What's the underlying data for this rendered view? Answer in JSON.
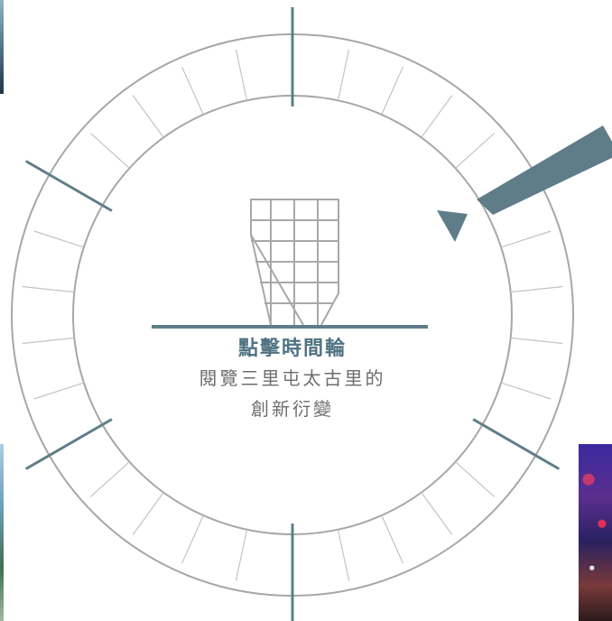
{
  "timeline": {
    "title": "點擊時間輪",
    "line1": "閱覽三里屯太古里的",
    "line2": "創新衍變"
  },
  "colors": {
    "accent": "#5f7d89",
    "ring": "#a7a7a7",
    "tick": "#c4c4c4",
    "title_text": "#4f7383",
    "body_text": "#6d6d6d"
  },
  "icons": [
    "building-icon",
    "pointer-arrow-icon"
  ]
}
